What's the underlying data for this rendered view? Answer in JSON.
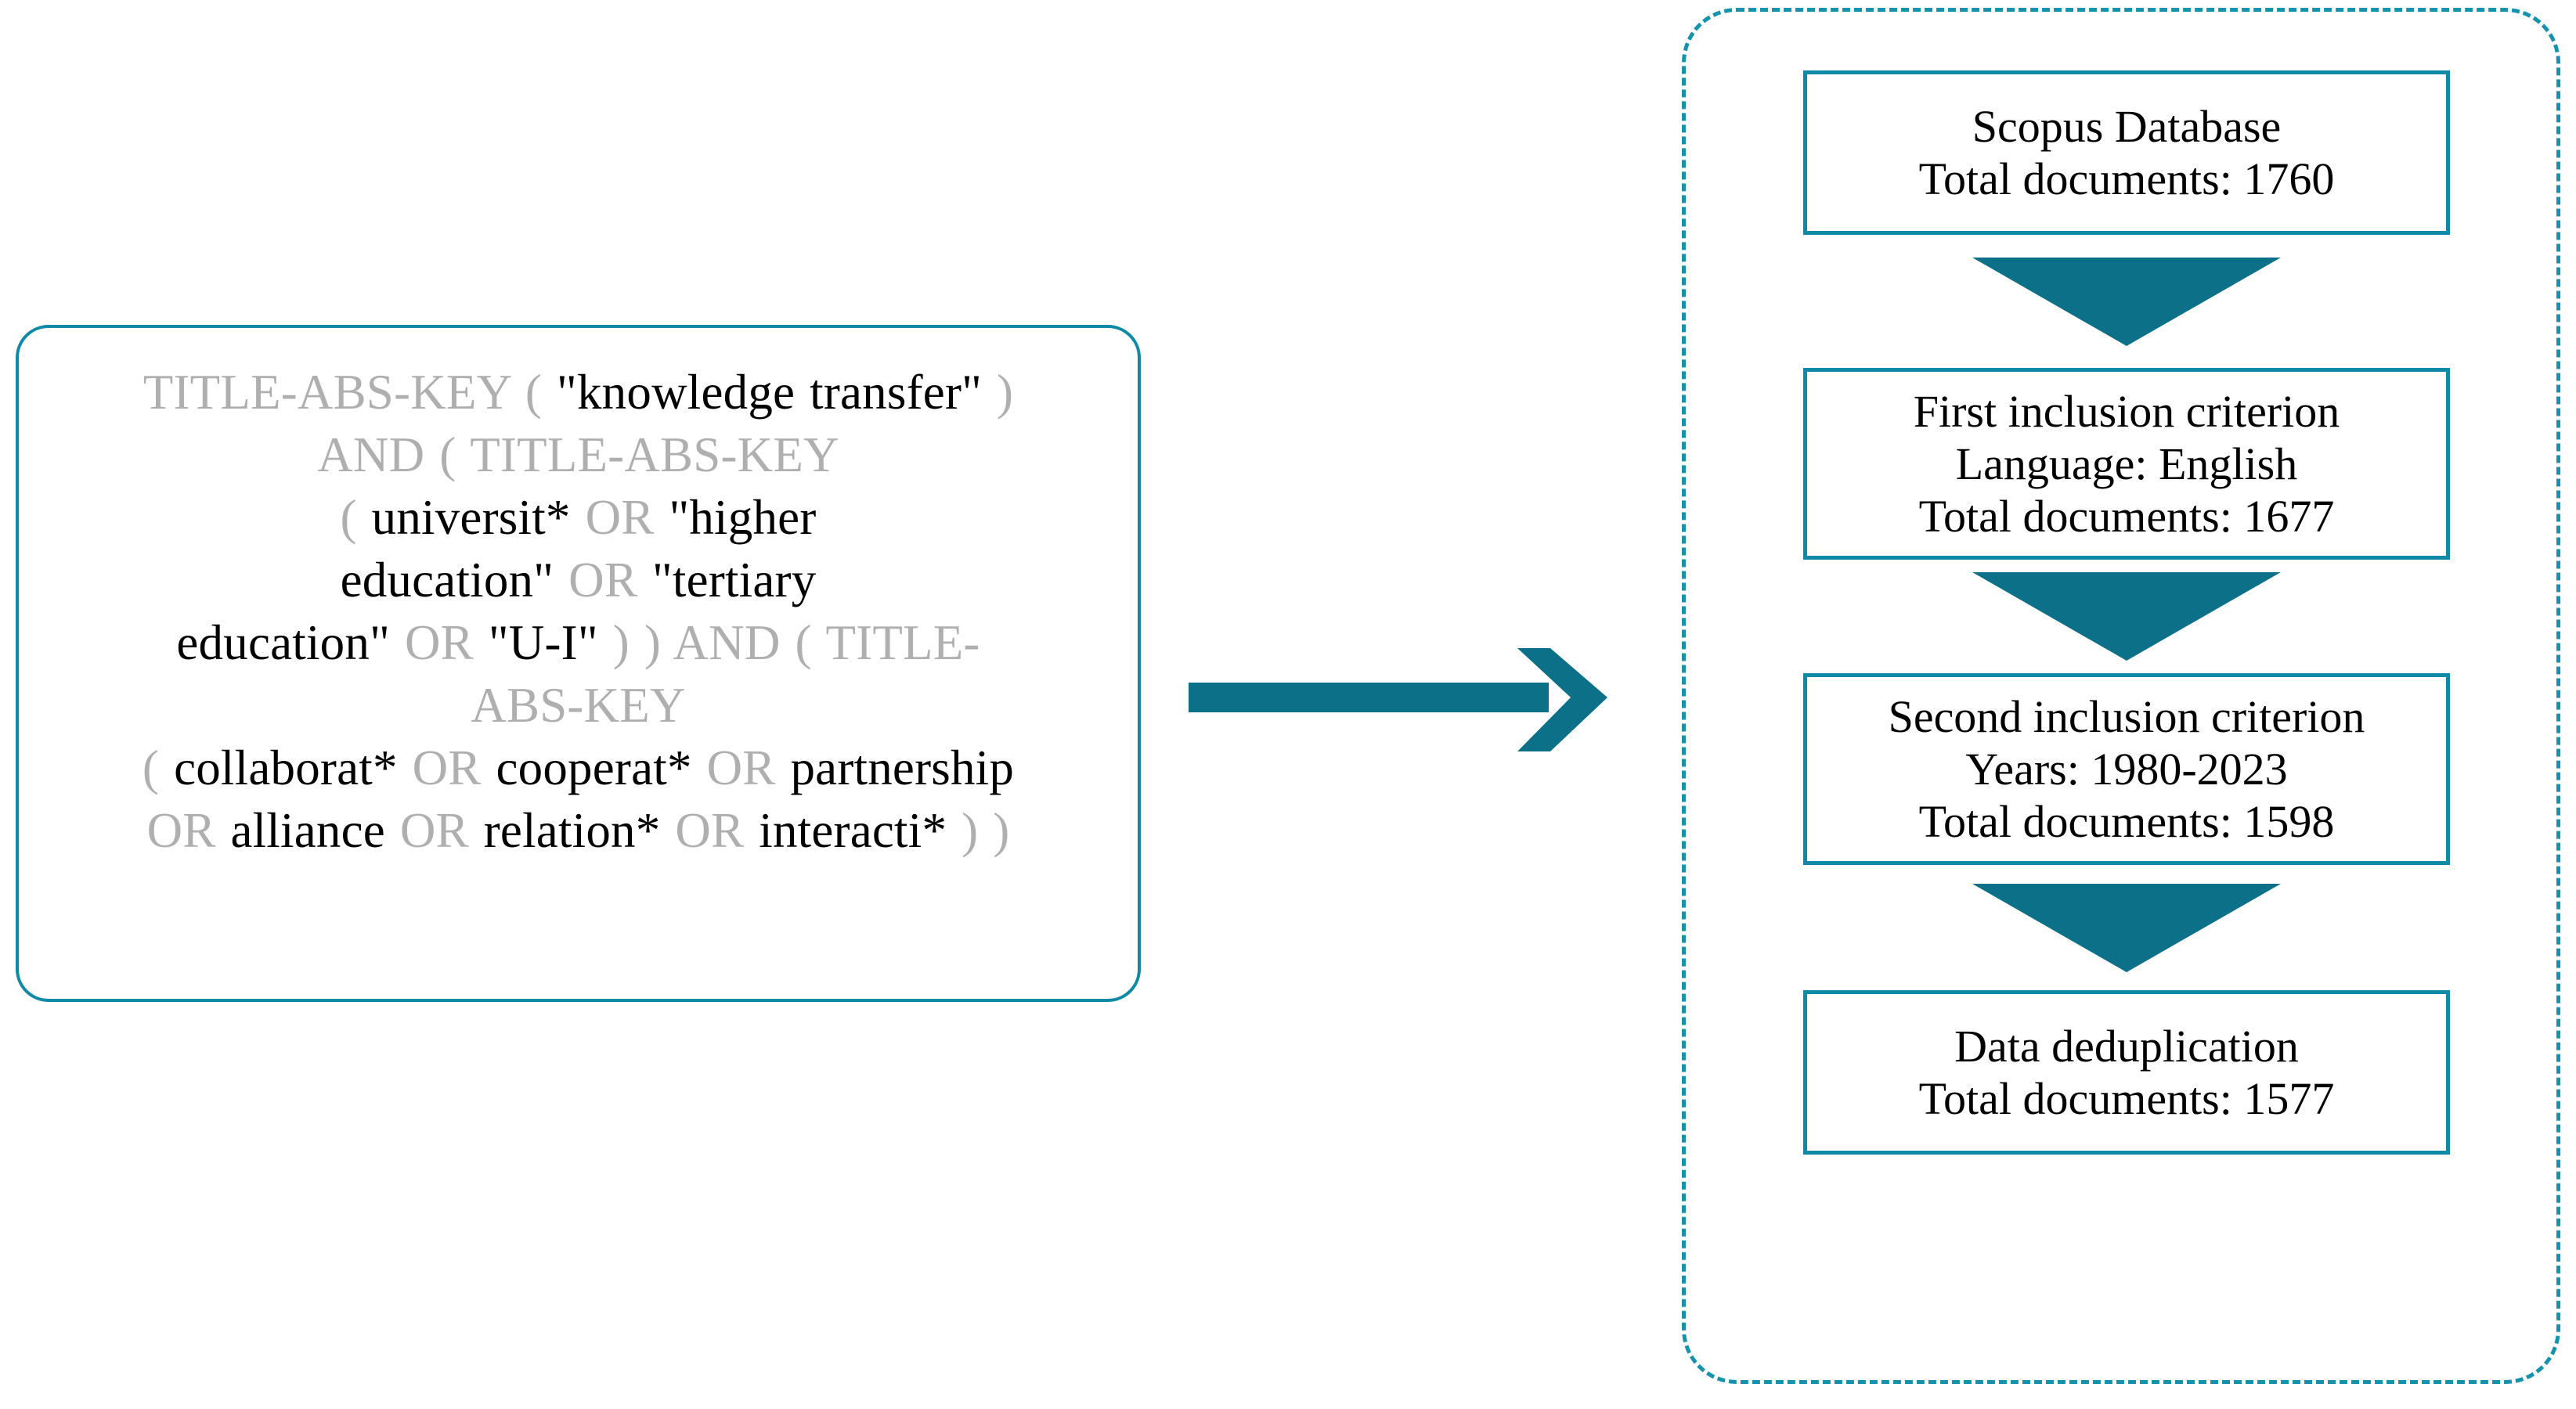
{
  "colors": {
    "teal_border": "#0E89A6",
    "teal_dashed": "#1592AC",
    "arrow_fill": "#0C7088",
    "query_muted_text": "#AFAFAF",
    "query_term_text": "#000000"
  },
  "query_panel": {
    "name": "Scopus search query",
    "full_query": "TITLE-ABS-KEY ( \"knowledge transfer\" ) AND ( TITLE-ABS-KEY ( universit* OR \"higher education\" OR \"tertiary education\" OR \"U-I\" ) ) AND ( TITLE-ABS-KEY ( collaborat* OR cooperat* OR partnership OR alliance OR relation* OR interacti* ) )",
    "lines": [
      {
        "id": "l1",
        "tokens": [
          {
            "text": "TITLE-ABS-KEY (",
            "style": "field"
          },
          {
            "text": "\"knowledge transfer\"",
            "style": "term"
          },
          {
            "text": ")",
            "style": "field"
          }
        ]
      },
      {
        "id": "l2",
        "tokens": [
          {
            "text": "AND ( TITLE-ABS-KEY",
            "style": "field"
          }
        ]
      },
      {
        "id": "l3",
        "tokens": [
          {
            "text": "(",
            "style": "field"
          },
          {
            "text": "universit*",
            "style": "term"
          },
          {
            "text": "OR",
            "style": "field"
          },
          {
            "text": "\"higher",
            "style": "term"
          }
        ]
      },
      {
        "id": "l4",
        "tokens": [
          {
            "text": "education\"",
            "style": "term"
          },
          {
            "text": "OR",
            "style": "field"
          },
          {
            "text": "\"tertiary",
            "style": "term"
          }
        ]
      },
      {
        "id": "l5",
        "tokens": [
          {
            "text": "education\"",
            "style": "term"
          },
          {
            "text": "OR",
            "style": "field"
          },
          {
            "text": "\"U-I\"",
            "style": "term"
          },
          {
            "text": ") ) AND ( TITLE-",
            "style": "field"
          }
        ]
      },
      {
        "id": "l6",
        "tokens": [
          {
            "text": "ABS-KEY",
            "style": "field"
          }
        ]
      },
      {
        "id": "l7",
        "tokens": [
          {
            "text": "(",
            "style": "field"
          },
          {
            "text": "collaborat*",
            "style": "term"
          },
          {
            "text": "OR",
            "style": "field"
          },
          {
            "text": "cooperat*",
            "style": "term"
          },
          {
            "text": "OR",
            "style": "field"
          },
          {
            "text": "partnership",
            "style": "term"
          }
        ]
      },
      {
        "id": "l8",
        "tokens": [
          {
            "text": "OR",
            "style": "field"
          },
          {
            "text": "alliance",
            "style": "term"
          },
          {
            "text": "OR",
            "style": "field"
          },
          {
            "text": "relation*",
            "style": "term"
          },
          {
            "text": "OR",
            "style": "field"
          },
          {
            "text": "interacti*",
            "style": "term"
          },
          {
            "text": ") )",
            "style": "field"
          }
        ]
      }
    ]
  },
  "flow_arrow": {
    "icon": "right-arrow-icon",
    "direction": "right"
  },
  "flowchart": {
    "container": "selection-process-container",
    "connector_icon": "down-triangle-icon",
    "steps": [
      {
        "id": "scopus-database",
        "lines": [
          "Scopus Database",
          "Total documents: 1760"
        ],
        "total_documents": 1760
      },
      {
        "id": "first-inclusion-criterion",
        "lines": [
          "First inclusion criterion",
          "Language: English",
          "Total documents: 1677"
        ],
        "total_documents": 1677,
        "criterion": "Language: English"
      },
      {
        "id": "second-inclusion-criterion",
        "lines": [
          "Second inclusion criterion",
          "Years: 1980-2023",
          "Total documents: 1598"
        ],
        "total_documents": 1598,
        "criterion": "Years: 1980-2023"
      },
      {
        "id": "data-deduplication",
        "lines": [
          "Data deduplication",
          "Total documents: 1577"
        ],
        "total_documents": 1577
      }
    ]
  }
}
